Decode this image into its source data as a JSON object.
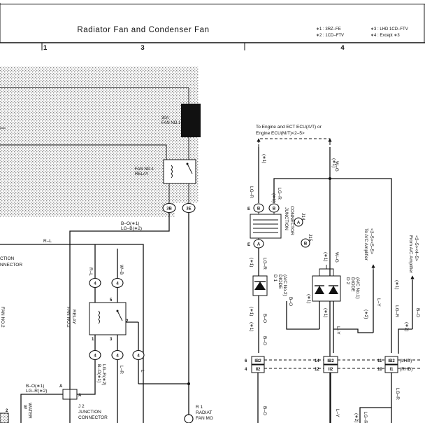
{
  "header": {
    "title": "Radiator Fan and Condenser Fan",
    "notes_left": [
      "∗1 : 3RZ–FE",
      "∗2 : 1CD–FTV"
    ],
    "notes_right": [
      "∗3 : LHD 1CD–FTV",
      "∗4 : Except ∗3"
    ],
    "sections": [
      "1",
      "3",
      "4"
    ]
  },
  "left": {
    "fuse_label": "30A",
    "fuse_name": "FAN NO.1",
    "relay1_label": "FAN NO.1",
    "relay1_sub": "RELAY",
    "pin_3b": "3B",
    "pin_3e": "3E",
    "wire_bo": "B–O(∗1)",
    "wire_lgb": "LG–B(∗2)",
    "wire_rl_top": "R–L",
    "conn_text1": "CTION",
    "conn_text2": "NNECTOR",
    "wire_rl": "R–L",
    "wire_wb": "W–B",
    "relay2_label": "FAN NO.2",
    "relay2_sub": "RELAY",
    "pin_4": "4",
    "pins": [
      "1",
      "2",
      "3",
      "5"
    ],
    "wire_bo2": "B–O(∗1)",
    "wire_lgr": "LG–R(∗2)",
    "wire_lr": "L–R",
    "wire_l": "L",
    "jc_name": "J 2",
    "jc_label1": "JUNCTION",
    "jc_label2": "CONNECTOR",
    "pin_a": "A",
    "jc_w1": "B–O(∗1)",
    "jc_w2": "LG–R(∗2)",
    "wire_wb2": "W–B",
    "r1_name": "R 1",
    "r1_label1": "RADIAT",
    "r1_label2": "FAN MO",
    "left_edge_2": "2",
    "left_edge_wb": "W",
    "left_edge_water": "WATER"
  },
  "right": {
    "ecu_text1": "To Engine and ECT ECU(A/T) or",
    "ecu_text2": "Engine ECU(M/T)<2–5>",
    "wire_lgr": "LG–R",
    "wire_wg": "W–G",
    "star1": "(∗1)",
    "pin_e": "E",
    "pin_b": "B",
    "pin_a": "A",
    "jc2_label1": "JUNCTION",
    "jc2_label2": "CONNECTOR",
    "j14": "J14",
    "j15": "J15",
    "pin_a2": "A",
    "pin_b2": "B",
    "d1_name": "D 1",
    "d1_label": "DIODE",
    "d1_sub": "(A/C No.2)",
    "d2_name": "D 2",
    "d2_label": "DIODE",
    "d2_sub": "(A/C No.1)",
    "wire_bo": "B–O",
    "wire_ly": "L–Y",
    "wire_lgr2": "LG–R",
    "wire_bo_far": "B–O",
    "to_ac1": "To A/C Amplifier",
    "to_ac1_sub": "<3–5><5–5>",
    "to_ac2": "From A/C Amplifier",
    "to_ac2_sub": "<3–5><4–5>",
    "star2": "(∗2)",
    "star1b": "(∗1)",
    "conn_ib2": "IB2",
    "conn_ii2": "II2",
    "conn_i1": "I1",
    "pin6": "6",
    "pin4": "4",
    "pin14": "14",
    "pin12": "12",
    "pin11": "11",
    "pin10": "10",
    "lhd": "(LHD)",
    "rhd": "(RHD)"
  }
}
